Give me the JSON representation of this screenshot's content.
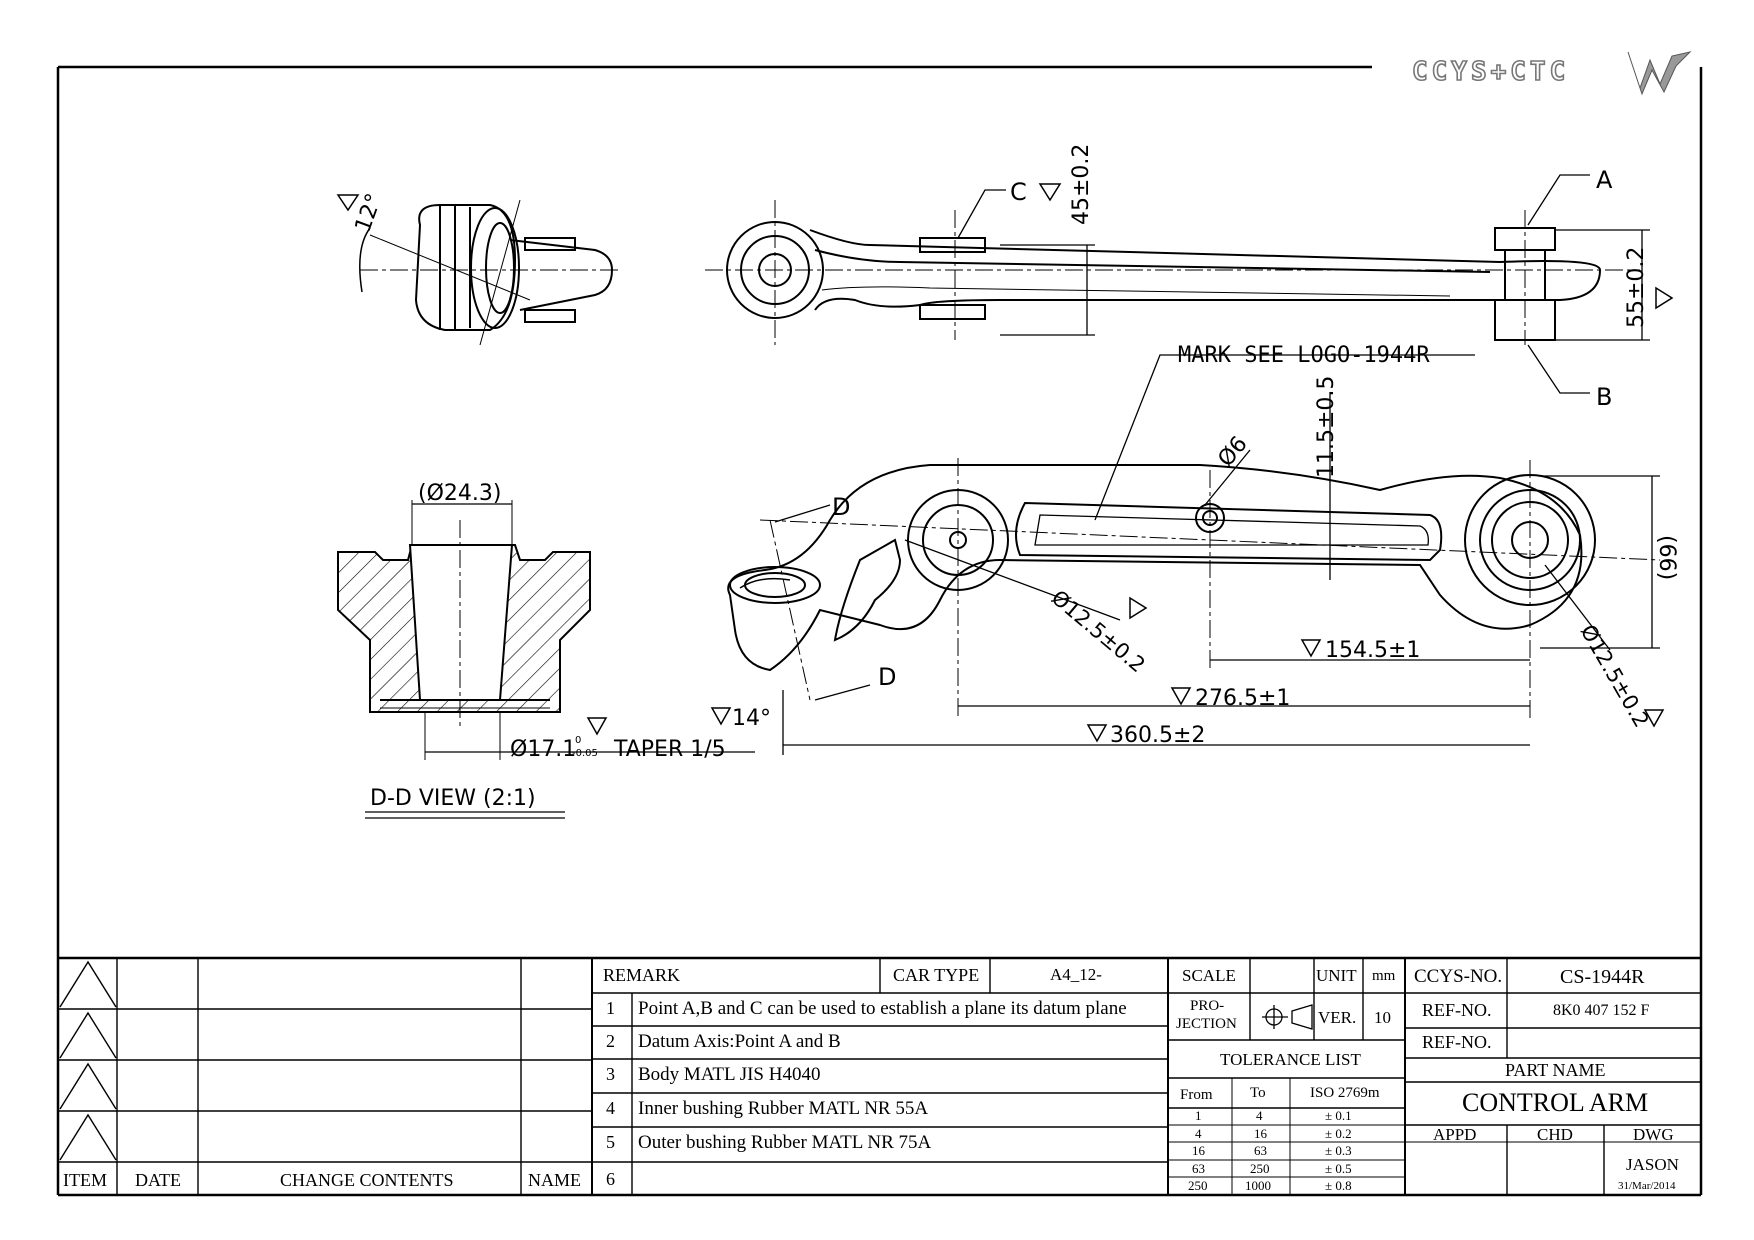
{
  "logo": {
    "text": "CCYS+CTC"
  },
  "drawing": {
    "labels": {
      "a": "A",
      "b": "B",
      "c": "C",
      "d1": "D",
      "d2": "D",
      "angle12": "12°",
      "angle14": "14°",
      "dim45": "45±0.2",
      "dim55": "55±0.2",
      "mark_see_logo": "MARK SEE LOGO-1944R",
      "dim11_5": "11.5±0.5",
      "phi6": "Ø6",
      "dia24_3": "(Ø24.3)",
      "dia12_5_left": "Ø12.5±0.2",
      "dia12_5_right": "Ø12.5±0.2",
      "dim66": "(66)",
      "dim154_5": "154.5±1",
      "dim276_5": "276.5±1",
      "dim360_5": "360.5±2",
      "dia17_1": "Ø17.1",
      "tol_up": "0",
      "tol_low": "-0.05",
      "taper": "TAPER 1/5",
      "dd_view": "D-D VIEW (2:1)"
    }
  },
  "revision": {
    "headers": {
      "item": "ITEM",
      "date": "DATE",
      "change": "CHANGE CONTENTS",
      "name": "NAME"
    }
  },
  "remark": {
    "header": "REMARK",
    "car_type_label": "CAR TYPE",
    "car_type_value": "A4_12-",
    "rows": [
      {
        "no": "1",
        "text": "Point A,B and C can be used to establish a plane its datum plane"
      },
      {
        "no": "2",
        "text": "Datum Axis:Point A and B"
      },
      {
        "no": "3",
        "text": "Body MATL JIS H4040"
      },
      {
        "no": "4",
        "text": "Inner bushing Rubber MATL NR 55A"
      },
      {
        "no": "5",
        "text": "Outer bushing Rubber MATL NR 75A"
      },
      {
        "no": "6",
        "text": ""
      }
    ]
  },
  "specs": {
    "scale_label": "SCALE",
    "unit_label": "UNIT",
    "unit_value": "mm",
    "projection_label_1": "PRO-",
    "projection_label_2": "JECTION",
    "ver_label": "VER.",
    "ver_value": "10",
    "tolerance_title": "TOLERANCE LIST",
    "tol_headers": {
      "from": "From",
      "to": "To",
      "iso": "ISO 2769m"
    },
    "tol_rows": [
      {
        "from": "1",
        "to": "4",
        "tol": "± 0.1"
      },
      {
        "from": "4",
        "to": "16",
        "tol": "± 0.2"
      },
      {
        "from": "16",
        "to": "63",
        "tol": "± 0.3"
      },
      {
        "from": "63",
        "to": "250",
        "tol": "± 0.5"
      },
      {
        "from": "250",
        "to": "1000",
        "tol": "± 0.8"
      }
    ]
  },
  "title_block": {
    "ccys_label": "CCYS-NO.",
    "ccys_value": "CS-1944R",
    "ref_label_1": "REF-NO.",
    "ref_value_1": "8K0 407 152 F",
    "ref_label_2": "REF-NO.",
    "ref_value_2": "",
    "part_name_label": "PART NAME",
    "part_name": "CONTROL ARM",
    "appd": "APPD",
    "chd": "CHD",
    "dwg": "DWG",
    "drawer": "JASON",
    "date": "31/Mar/2014"
  }
}
